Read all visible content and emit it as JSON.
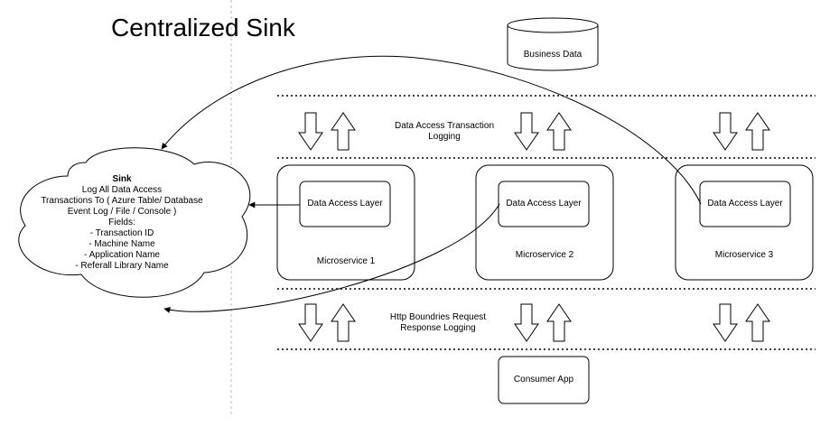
{
  "title": "Centralized Sink",
  "business_data": "Business Data",
  "band_labels": {
    "data_access_line1": "Data Access Transaction",
    "data_access_line2": "Logging",
    "http_line1": "Http Boundries Request",
    "http_line2": "Response Logging"
  },
  "microservices": [
    {
      "name": "Microservice 1",
      "layer": "Data Access Layer"
    },
    {
      "name": "Microservice 2",
      "layer": "Data Access Layer"
    },
    {
      "name": "Microservice 3",
      "layer": "Data Access Layer"
    }
  ],
  "consumer": "Consumer App",
  "sink": {
    "heading": "Sink",
    "lines": [
      "Log All Data Access",
      "Transactions To ( Azure Table/ Database",
      "Event Log / File / Console )",
      "Fields:",
      "- Transaction ID",
      "- Machine Name",
      "- Application Name",
      "- Referall Library Name"
    ]
  },
  "colors": {
    "stroke": "#000000",
    "guide": "#bbbbbb",
    "background": "#ffffff"
  }
}
